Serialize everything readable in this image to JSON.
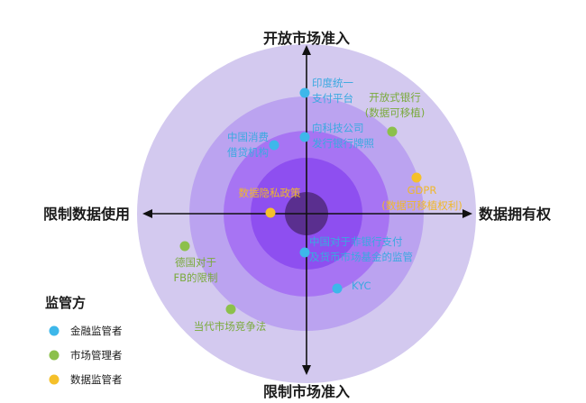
{
  "axes": {
    "top": "开放市场准入",
    "bottom": "限制市场准入",
    "left": "限制数据使用",
    "right": "数据拥有权"
  },
  "colors": {
    "ring1": "#d3c9ef",
    "ring2": "#bba3f0",
    "ring3": "#a774f3",
    "ring4": "#8e4ff0",
    "core": "#5a2f8f",
    "axis": "#111111",
    "financial": "#3db7ea",
    "market": "#8cc04b",
    "data": "#f5c02a",
    "text_blue": "#3aa9e0",
    "text_green": "#7aaa3c",
    "text_yellow": "#f0b82a"
  },
  "points": [
    {
      "id": "india-upi",
      "category": "financial",
      "lines": [
        "印度统一",
        "支付平台"
      ]
    },
    {
      "id": "open-banking",
      "category": "market",
      "lines": [
        "开放式银行",
        "(数据可移植)"
      ]
    },
    {
      "id": "tech-license",
      "category": "financial",
      "lines": [
        "向科技公司",
        "发行银行牌照"
      ]
    },
    {
      "id": "china-consumer",
      "category": "financial",
      "lines": [
        "中国消费",
        "借贷机构"
      ]
    },
    {
      "id": "gdpr",
      "category": "data",
      "lines": [
        "GDPR",
        "(数据可移植权利)"
      ]
    },
    {
      "id": "privacy-policy",
      "category": "data",
      "lines": [
        "数据隐私政策"
      ]
    },
    {
      "id": "china-nonbank",
      "category": "financial",
      "lines": [
        "中国对于非银行支付",
        "及货币市场基金的监管"
      ]
    },
    {
      "id": "germany-fb",
      "category": "market",
      "lines": [
        "德国对于",
        "FB的限制"
      ]
    },
    {
      "id": "kyc",
      "category": "financial",
      "lines": [
        "KYC"
      ]
    },
    {
      "id": "modern-competition",
      "category": "market",
      "lines": [
        "当代市场竞争法"
      ]
    }
  ],
  "legend": {
    "title": "监管方",
    "items": [
      {
        "category": "financial",
        "label": "金融监管者"
      },
      {
        "category": "market",
        "label": "市场管理者"
      },
      {
        "category": "data",
        "label": "数据监管者"
      }
    ]
  }
}
